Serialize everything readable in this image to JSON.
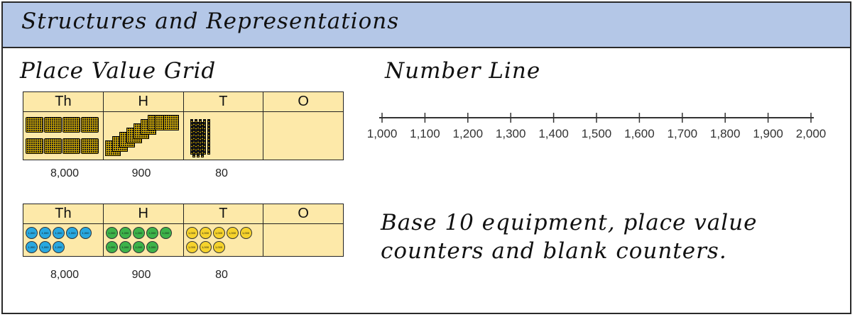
{
  "header": {
    "title": "Structures and Representations"
  },
  "place_value_grid": {
    "title": "Place Value Grid",
    "columns": [
      "Th",
      "H",
      "T",
      "O"
    ],
    "values": [
      "8,000",
      "900",
      "80"
    ]
  },
  "counters_grid": {
    "columns": [
      "Th",
      "H",
      "T",
      "O"
    ],
    "values": [
      "8,000",
      "900",
      "80"
    ],
    "counter_text": "1,000",
    "colors": {
      "thousands": "#29a8e0",
      "hundreds": "#3db34a",
      "tens": "#f6d32c"
    }
  },
  "number_line": {
    "title": "Number Line",
    "labels": [
      "1,000",
      "1,100",
      "1,200",
      "1,300",
      "1,400",
      "1,500",
      "1,600",
      "1,700",
      "1,800",
      "1,900",
      "2,000"
    ]
  },
  "note": {
    "line1": "Base 10 equipment, place value",
    "line2": "counters and blank counters."
  },
  "colors": {
    "header_bg": "#b4c7e7",
    "grid_bg": "#fde9a9"
  }
}
